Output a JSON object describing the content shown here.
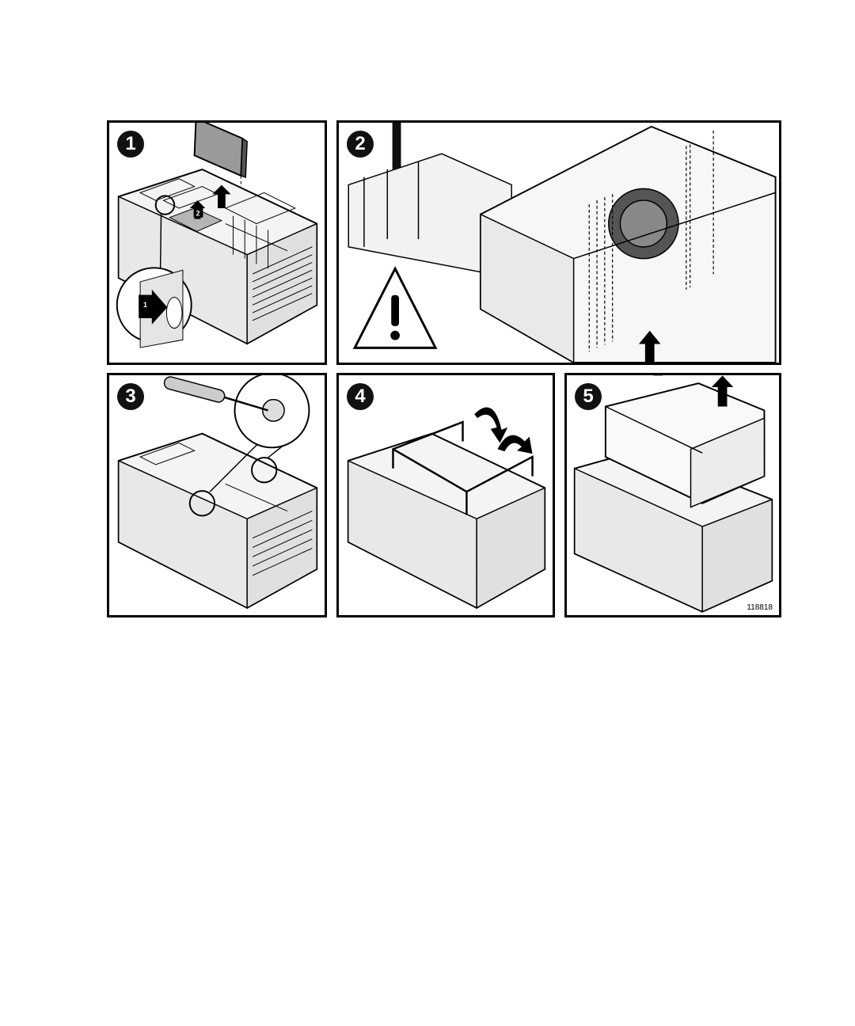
{
  "figure": {
    "figure_id": "118818",
    "panels": [
      {
        "step": "1",
        "callouts": [
          "1",
          "2"
        ]
      },
      {
        "step": "2"
      },
      {
        "step": "3"
      },
      {
        "step": "4"
      },
      {
        "step": "5"
      }
    ]
  },
  "colors": {
    "line": "#000000",
    "fill": "#ffffff",
    "shade": "#d9d9d9",
    "dark": "#222222"
  }
}
